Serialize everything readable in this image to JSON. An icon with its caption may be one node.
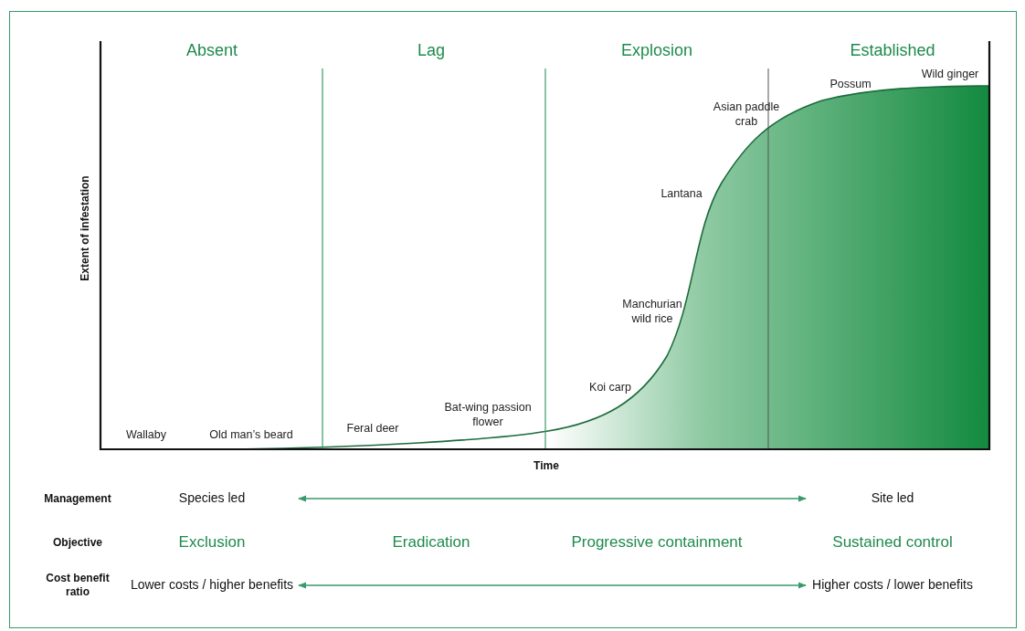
{
  "diagram": {
    "nodes": [
      {
        "text": [
          "Species led"
        ]
      },
      {
        "text": [
          "Site led"
        ]
      },
      {
        "text": [
          "Lower costs / higher benefits"
        ]
      },
      {
        "text": [
          "Higher costs / lower benefits"
        ]
      }
    ],
    "edges": [
      {
        "from": 0,
        "to": 1,
        "arrow": "both"
      },
      {
        "from": 2,
        "to": 3,
        "arrow": "both"
      }
    ],
    "labels": [
      "Absent",
      "Lag",
      "Explosion",
      "Established",
      "Possum",
      "Wild ginger",
      "Asian paddle crab",
      "Lantana",
      "Extent of infestation",
      "Manchurian wild rice",
      "Koi carp",
      "Bat-wing passion flower",
      "Wallaby",
      "Old man’s beard",
      "Feral deer",
      "Time",
      "Management",
      "Objective",
      "Exclusion",
      "Eradication",
      "Progressive containment",
      "Sustained control",
      "Cost benefit ratio"
    ]
  }
}
